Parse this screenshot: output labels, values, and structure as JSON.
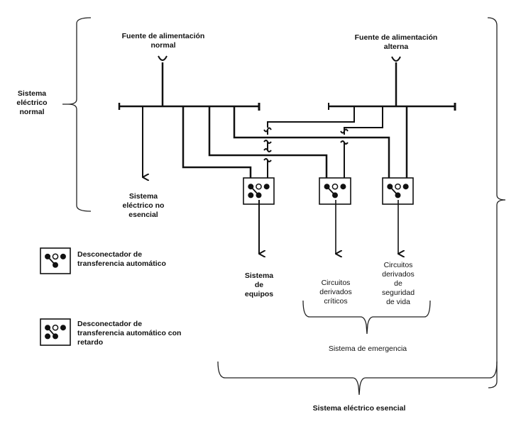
{
  "diagram": {
    "sources": {
      "normal": "Fuente de alimentación\nnormal",
      "alternate": "Fuente de alimentación\nalterna"
    },
    "groups": {
      "normal_system": "Sistema\neléctrico\nnormal",
      "non_essential": "Sistema\neléctrico no\nesencial",
      "equipment": "Sistema\nde\nequipos",
      "critical": "Circuitos\nderivados\ncríticos",
      "life_safety": "Circuitos\nderivados\nde\nseguridad\nde vida",
      "emergency": "Sistema de emergencia",
      "essential": "Sistema eléctrico esencial"
    },
    "legend": [
      {
        "symbol": "automatic-transfer-switch-icon",
        "label": "Desconectador de\ntransferencia automático"
      },
      {
        "symbol": "delayed-transfer-switch-icon",
        "label": "Desconectador de\ntransferencia automático con\nretardo"
      }
    ],
    "colors": {
      "stroke": "#111111",
      "background": "#ffffff"
    }
  }
}
